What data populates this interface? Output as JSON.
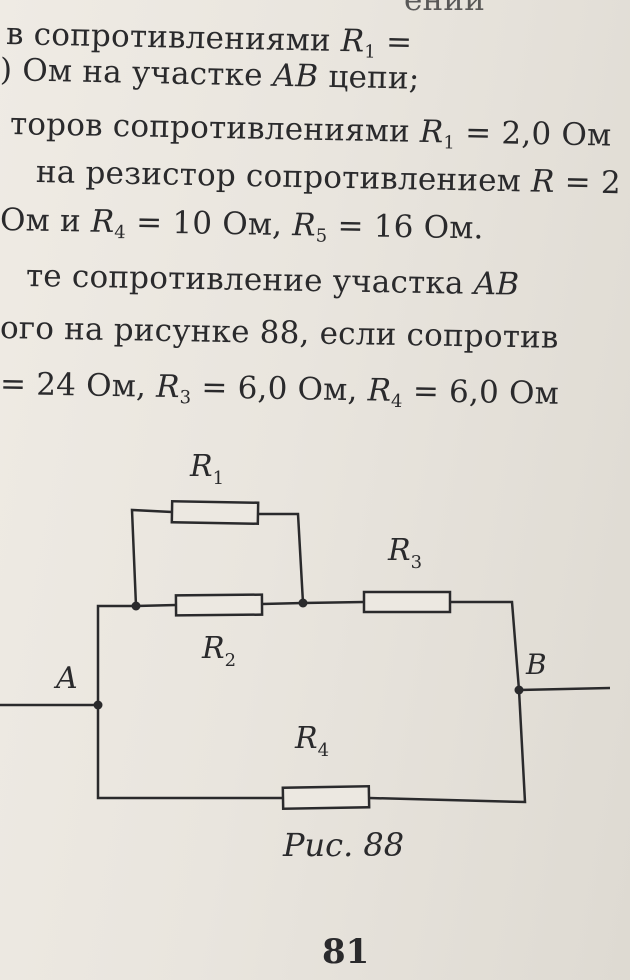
{
  "text": {
    "line0": "ений",
    "line1a": "в сопротивлениями ",
    "line1b": "R",
    "line1c": "1",
    "line1d": " =",
    "line2a": ") Ом на участке ",
    "line2b": "AB",
    "line2c": " цепи;",
    "line3a": "торов сопротивлениями ",
    "line3b": "R",
    "line3c": "1",
    "line3d": " = 2,0 Ом",
    "line4a": "на резистор сопротивлением ",
    "line4b": "R",
    "line4c": " = 2",
    "line5a": "Ом и ",
    "line5b": "R",
    "line5c": "4",
    "line5d": " = 10 Ом, ",
    "line5e": "R",
    "line5f": "5",
    "line5g": " = 16 Ом.",
    "line6a": "те  сопротивление  участка  ",
    "line6b": "AB",
    "line7": "ого на рисунке 88, если сопротив",
    "line8a": "= 24 Ом, ",
    "line8b": "R",
    "line8c": "3",
    "line8d": " = 6,0 Ом, ",
    "line8e": "R",
    "line8f": "4",
    "line8g": " = 6,0 Ом"
  },
  "circuit": {
    "labels": {
      "r1": "R",
      "r1_sub": "1",
      "r2": "R",
      "r2_sub": "2",
      "r3": "R",
      "r3_sub": "3",
      "r4": "R",
      "r4_sub": "4",
      "node_a": "A",
      "node_b": "B"
    }
  },
  "caption": "Рис. 88",
  "page_number": "81"
}
